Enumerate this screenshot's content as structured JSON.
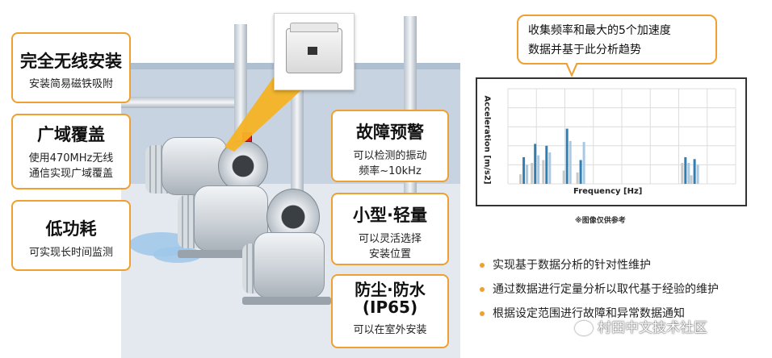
{
  "left_callouts": [
    {
      "title": "完全无线安装",
      "sub": [
        "安装简易磁铁吸附"
      ]
    },
    {
      "title": "广域覆盖",
      "sub": [
        "使用470MHz无线",
        "通信实现广域覆盖"
      ]
    },
    {
      "title": "低功耗",
      "sub": [
        "可实现长时间监测"
      ]
    }
  ],
  "right_callouts": [
    {
      "title": "故障预警",
      "sub": [
        "可以检测的振动",
        "频率~10kHz"
      ]
    },
    {
      "title": "小型·轻量",
      "sub": [
        "可以灵活选择",
        "安装位置"
      ]
    },
    {
      "title": "防尘·防水",
      "title2": "(IP65)",
      "sub": [
        "可以在室外安装"
      ]
    }
  ],
  "speech": [
    "收集频率和最大的5个加速度",
    "数据并基于此分析趋势"
  ],
  "chart_data": {
    "type": "bar",
    "xlabel": "Frequency [Hz]",
    "ylabel": "Acceleration [m/s2]",
    "grid": true,
    "series": [
      {
        "values": [
          0.1,
          0.22,
          0.25,
          0.14,
          0.12,
          0.22,
          0.09
        ]
      },
      {
        "values": [
          0.28,
          0.42,
          0.4,
          0.58,
          0.25,
          0.28,
          0.26
        ]
      },
      {
        "values": [
          0.2,
          0.3,
          0.33,
          0.45,
          0.44,
          0.22,
          0.2
        ]
      }
    ],
    "groups": 7
  },
  "note": "※图像仅供参考",
  "bullets": [
    "实现基于数据分析的针对性维护",
    "通过数据进行定量分析以取代基于经验的维护",
    "根据设定范围进行故障和异常数据通知"
  ],
  "watermark": "村田中文技术社区",
  "colors": {
    "accent": "#f0a030",
    "bar_dark": "#2f7fb5",
    "bar_light": "#a9c9e2",
    "bar_gray": "#c8c8c8"
  }
}
